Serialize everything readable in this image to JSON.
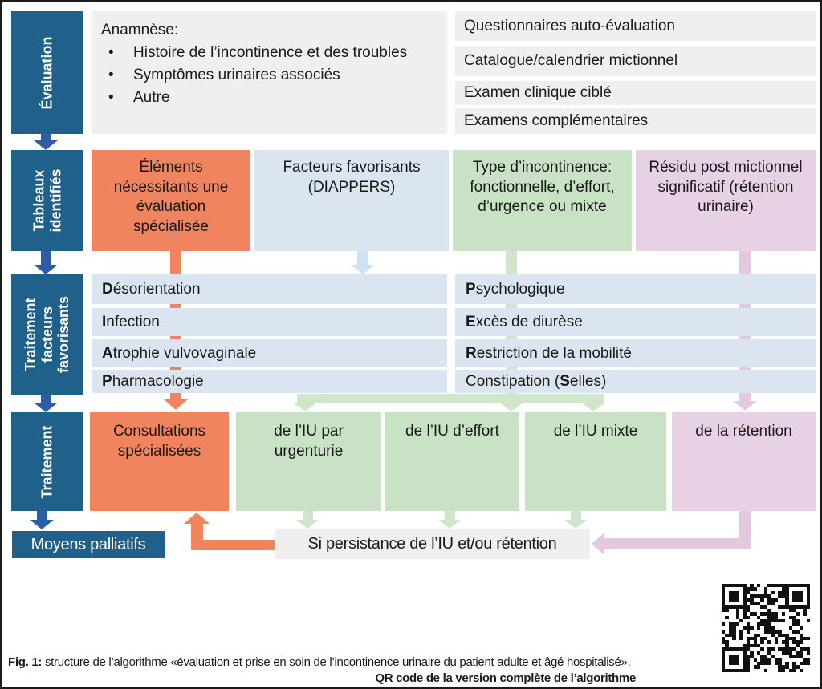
{
  "colors": {
    "teal": "#1f618a",
    "blue_arrow": "#2e5da8",
    "orange": "#f0845f",
    "gray": "#efefef",
    "lightblue": "#dbe5f2",
    "lightblue_arrow": "#cfe2f4",
    "green": "#c9e2c5",
    "green_arrow": "#cfe6ca",
    "pink": "#e6d1e5",
    "pink_arrow": "#e2c9df",
    "text": "#1a1a1a"
  },
  "sidebar": {
    "evaluation": "Évaluation",
    "tableaux_l1": "Tableaux",
    "tableaux_l2": "identifiés",
    "traitement_ff_l1": "Traitement",
    "traitement_ff_l2": "facteurs",
    "traitement_ff_l3": "favorisants",
    "traitement": "Traitement",
    "palliatifs": "Moyens palliatifs"
  },
  "evaluation": {
    "anamnese_title": "Anamnèse:",
    "bullets": [
      "Histoire de l’incontinence et des troubles",
      "Symptômes urinaires associés",
      "Autre"
    ],
    "tools": [
      "Questionnaires auto-évaluation",
      "Catalogue/calendrier mictionnel",
      "Examen clinique ciblé",
      "Examens complémentaires"
    ]
  },
  "tableaux": {
    "specialist": "Éléments nécessitants une évaluation spécialisée",
    "factors": "Facteurs favorisants (DIAPPERS)",
    "incontinence_type": "Type d’incontinence: fonctionnelle, d’effort, d’urgence ou mixte",
    "residue": "Résidu post mictionnel significatif (rétention urinaire)"
  },
  "factors": {
    "left": [
      {
        "pre": "",
        "bold": "D",
        "rest": "ésorientation"
      },
      {
        "pre": "",
        "bold": "I",
        "rest": "nfection"
      },
      {
        "pre": "",
        "bold": "A",
        "rest": "trophie vulvovaginale"
      },
      {
        "pre": "",
        "bold": "P",
        "rest": "harmacologie"
      }
    ],
    "right": [
      {
        "pre": "",
        "bold": "P",
        "rest": "sychologique"
      },
      {
        "pre": "",
        "bold": "E",
        "rest": "xcès de diurèse"
      },
      {
        "pre": "",
        "bold": "R",
        "rest": "estriction de la mobilité"
      },
      {
        "pre": "Constipation (",
        "bold": "S",
        "rest": "elles)"
      }
    ]
  },
  "treatment": {
    "consult": "Consultations spécialisées",
    "urge_l1": "de l’IU par",
    "urge_l2": "urgenturie",
    "stress": "de l’IU d’effort",
    "mixed": "de l’IU mixte",
    "retention": "de la rétention",
    "persistence": "Si persistance de l’IU et/ou rétention"
  },
  "caption": {
    "fig_label": "Fig. 1:",
    "fig_text": " structure de l’algorithme «évaluation et prise en soin de l’incontinence urinaire du patient adulte et âgé hospitalisé».",
    "qr_text": "QR code de la version complète de l’algorithme"
  }
}
